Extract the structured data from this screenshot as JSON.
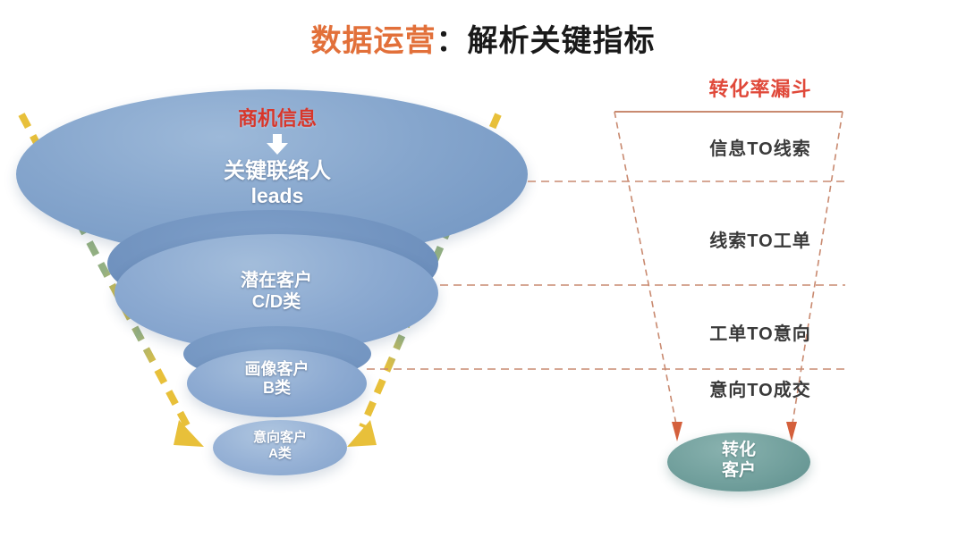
{
  "title": {
    "highlight": "数据运营",
    "separator": "：",
    "rest": "解析关键指标"
  },
  "colors": {
    "title_accent": "#E2703A",
    "title_text": "#1A1A1A",
    "funnel_blue": "#86A6CD",
    "funnel_blue_dark": "#6F91BE",
    "converted_green": "#72A09D",
    "accent_red": "#D8362A",
    "conv_title_red": "#E0493A",
    "yellow_arrow": "#E8C03A",
    "green_arrow": "#8FAE87",
    "dashed_line": "#C98A70"
  },
  "funnel": {
    "stages": [
      {
        "id": "stage-opportunity",
        "callout": "商机信息",
        "arrow_icon": "down-arrow-icon",
        "name": "关键联络人",
        "name_en": "leads"
      },
      {
        "id": "stage-potential",
        "name": "潜在客户",
        "grade": "C/D类"
      },
      {
        "id": "stage-profiled",
        "name": "画像客户",
        "grade": "B类"
      },
      {
        "id": "stage-intent",
        "name": "意向客户",
        "grade": "A类"
      }
    ]
  },
  "conversion": {
    "title": "转化率漏斗",
    "steps": [
      "信息TO线索",
      "线索TO工单",
      "工单TO意向",
      "意向TO成交"
    ],
    "result": {
      "line1": "转化",
      "line2": "客户"
    }
  }
}
